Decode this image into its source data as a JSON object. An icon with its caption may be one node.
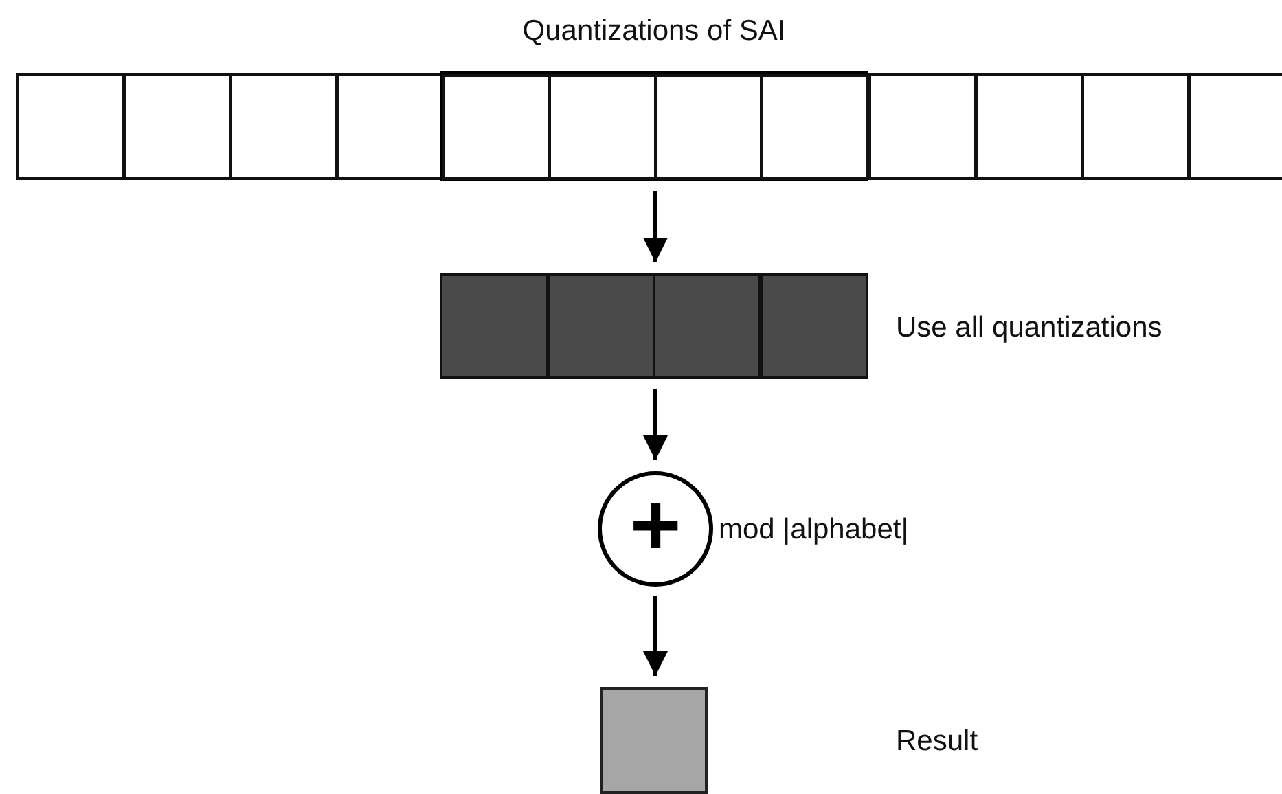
{
  "diagram": {
    "nodes": [
      {
        "text": [],
        "shape": "box"
      },
      {
        "text": [],
        "shape": "box"
      },
      {
        "text": [],
        "shape": "box"
      },
      {
        "text": [],
        "shape": "box"
      },
      {
        "text": [
          "Quantizations of SAI"
        ]
      },
      {
        "text": [],
        "shape": "box",
        "in": 4
      },
      {
        "text": [],
        "shape": "box",
        "in": 4
      },
      {
        "text": [],
        "shape": "box",
        "in": 4
      },
      {
        "text": [],
        "shape": "box",
        "in": 4
      },
      {
        "text": [],
        "shape": "box"
      },
      {
        "text": [],
        "shape": "box"
      },
      {
        "text": [],
        "shape": "box"
      },
      {
        "text": [],
        "shape": "box"
      },
      {
        "text": [],
        "shape": "box",
        "beside": [
          "Use all quantizations"
        ]
      },
      {
        "text": [],
        "shape": "box",
        "in": 13
      },
      {
        "text": [],
        "shape": "box",
        "in": 13
      },
      {
        "text": [],
        "shape": "box",
        "in": 13
      },
      {
        "text": [],
        "shape": "box",
        "in": 13
      },
      {
        "text": [
          "+"
        ],
        "beside": [
          "mod |alphabet|"
        ]
      },
      {
        "text": [],
        "shape": "box"
      }
    ],
    "labels": [
      "Result"
    ],
    "edges": [
      {
        "from": 4,
        "to": 13,
        "arrow": "to"
      },
      {
        "from": 13,
        "to": 18,
        "arrow": "to"
      },
      {
        "from": 18,
        "to": 19,
        "arrow": "to"
      }
    ]
  }
}
